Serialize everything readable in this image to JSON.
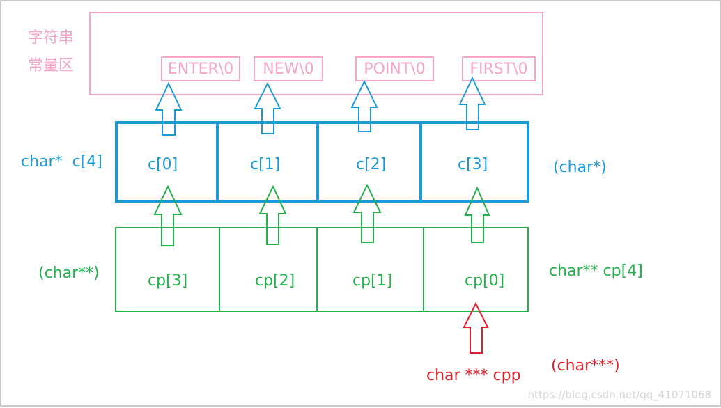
{
  "const_region": {
    "label_line1": "字符串",
    "label_line2": "常量区",
    "strings": [
      "ENTER\\0",
      "NEW\\0",
      "POINT\\0",
      "FIRST\\0"
    ]
  },
  "c_array": {
    "decl": "char*",
    "name": "c[4]",
    "cells": [
      "c[0]",
      "c[1]",
      "c[2]",
      "c[3]"
    ],
    "type_note": "(char*)"
  },
  "cp_array": {
    "type_note": "(char**)",
    "cells": [
      "cp[3]",
      "cp[2]",
      "cp[1]",
      "cp[0]"
    ],
    "decl": "char** cp[4]"
  },
  "cpp": {
    "decl": "char *** cpp",
    "type_note": "(char***)"
  },
  "watermark": "https://blog.csdn.net/qq_41071068",
  "colors": {
    "pink": "#f4a6c8",
    "blue": "#1a9ad6",
    "green": "#22b14c",
    "red": "#e0212b"
  }
}
